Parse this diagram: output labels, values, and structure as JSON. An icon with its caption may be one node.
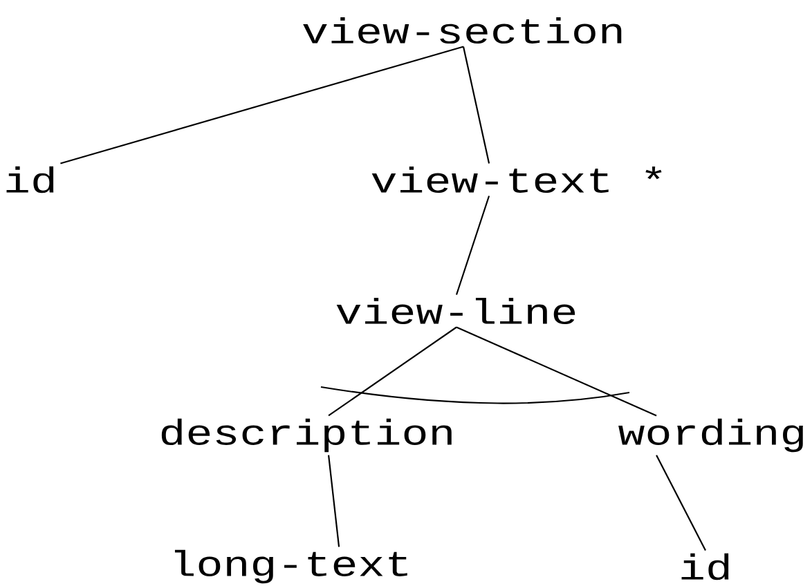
{
  "diagram": {
    "nodes": [
      {
        "text": [
          "view-section"
        ]
      },
      {
        "text": [
          "id"
        ]
      },
      {
        "text": [
          "view-text *"
        ]
      },
      {
        "text": [
          "view-line"
        ]
      },
      {
        "text": [
          "description"
        ]
      },
      {
        "text": [
          "wording"
        ]
      },
      {
        "text": [
          "long-text"
        ]
      },
      {
        "text": [
          "id"
        ]
      }
    ],
    "edges": [
      {
        "from": 0,
        "to": 1,
        "arrow": "none"
      },
      {
        "from": 0,
        "to": 2,
        "arrow": "none"
      },
      {
        "from": 2,
        "to": 3,
        "arrow": "none"
      },
      {
        "from": 3,
        "to": 4,
        "arrow": "none"
      },
      {
        "from": 3,
        "to": 5,
        "arrow": "none"
      },
      {
        "from": 4,
        "to": 6,
        "arrow": "none"
      },
      {
        "from": 5,
        "to": 7,
        "arrow": "none"
      }
    ]
  }
}
